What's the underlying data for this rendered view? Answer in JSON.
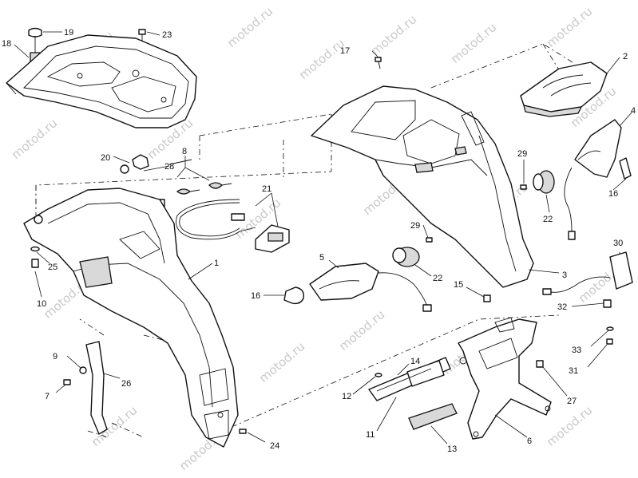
{
  "watermark": "motod.ru",
  "callouts": {
    "c1": "1",
    "c2": "2",
    "c3": "3",
    "c4": "4",
    "c5": "5",
    "c6": "6",
    "c7": "7",
    "c8": "8",
    "c9": "9",
    "c10": "10",
    "c11": "11",
    "c12": "12",
    "c13": "13",
    "c14": "14",
    "c15": "15",
    "c16a": "16",
    "c16b": "16",
    "c17": "17",
    "c18": "18",
    "c19": "19",
    "c20": "20",
    "c21": "21",
    "c22a": "22",
    "c22b": "22",
    "c23": "23",
    "c24": "24",
    "c25": "25",
    "c26": "26",
    "c27": "27",
    "c28": "28",
    "c29a": "29",
    "c29b": "29",
    "c30": "30",
    "c31": "31",
    "c32": "32",
    "c33": "33"
  }
}
